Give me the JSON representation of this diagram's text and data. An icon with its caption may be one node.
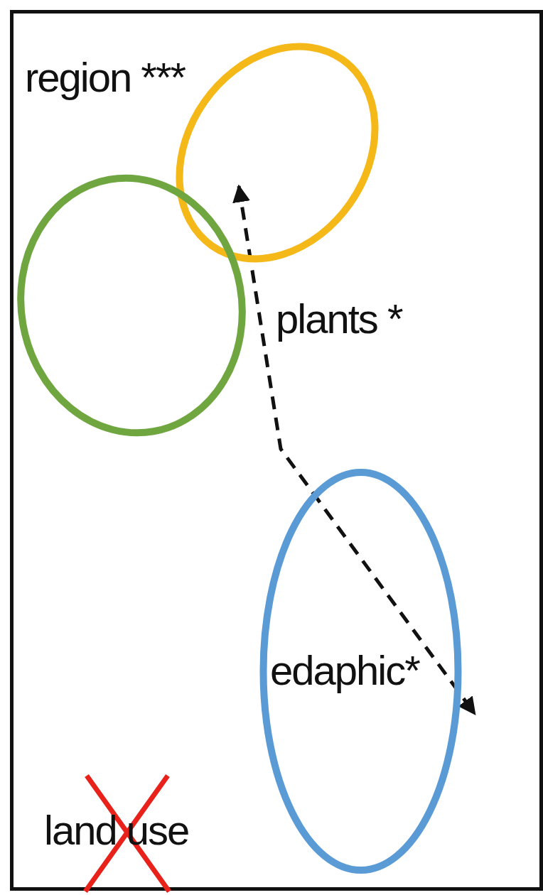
{
  "diagram": {
    "nodes": [
      {
        "text": [],
        "shape": "circle"
      },
      {
        "text": [],
        "shape": "circle"
      },
      {
        "text": [
          "edaphic*"
        ]
      }
    ],
    "edges": [
      {
        "from": 0,
        "to": 2,
        "arrow": "both",
        "style": "dashed"
      }
    ],
    "labels": [
      "region ***",
      "plants *",
      "land use"
    ]
  }
}
